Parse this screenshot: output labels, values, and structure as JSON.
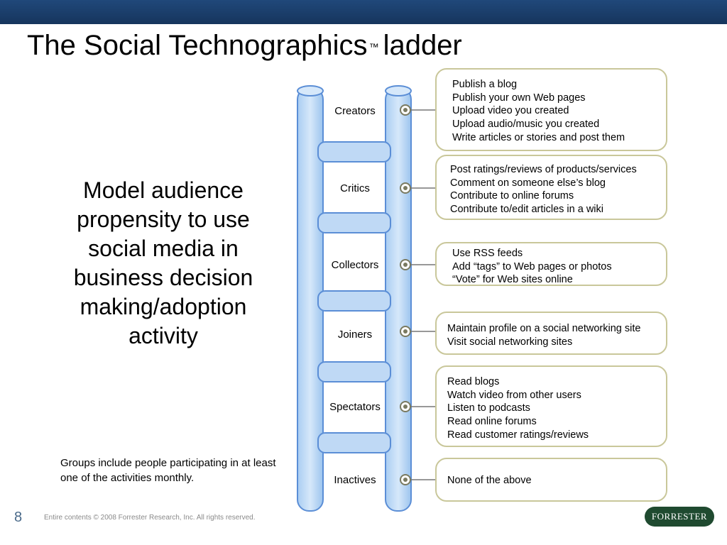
{
  "slide": {
    "title": "The Social Technographics",
    "title_mark": "™",
    "title_end": "ladder",
    "lead_text": "Model audience propensity to use social media in business decision making/adoption activity",
    "note": "Groups include people participating in at least one of the activities monthly.",
    "page_number": "8",
    "footer": "Entire contents © 2008  Forrester Research, Inc. All rights reserved.",
    "logo_text": "FORRESTER",
    "colors": {
      "topbar": "#1c4270",
      "ladder_fill": "#bfd9f5",
      "ladder_stroke": "#5b8ed6",
      "box_border": "#c9c79a"
    }
  },
  "ladder": [
    {
      "label": "Creators",
      "activities": [
        "Publish a blog",
        "Publish your own Web pages",
        "Upload video you created",
        "Upload audio/music you created",
        "Write articles or stories and post them"
      ]
    },
    {
      "label": "Critics",
      "activities": [
        "Post ratings/reviews of products/services",
        "Comment on someone else’s blog",
        "Contribute to online forums",
        "Contribute to/edit articles in a wiki"
      ]
    },
    {
      "label": "Collectors",
      "activities": [
        "Use RSS  feeds",
        "Add “tags” to Web pages or photos",
        "“Vote” for Web sites online"
      ]
    },
    {
      "label": "Joiners",
      "activities": [
        "Maintain profile on a social networking site",
        "Visit social networking sites"
      ]
    },
    {
      "label": "Spectators",
      "activities": [
        "Read blogs",
        "Watch video from other users",
        "Listen to podcasts",
        "Read online forums",
        "Read customer ratings/reviews"
      ]
    },
    {
      "label": "Inactives",
      "activities": [
        "None of the above"
      ]
    }
  ]
}
